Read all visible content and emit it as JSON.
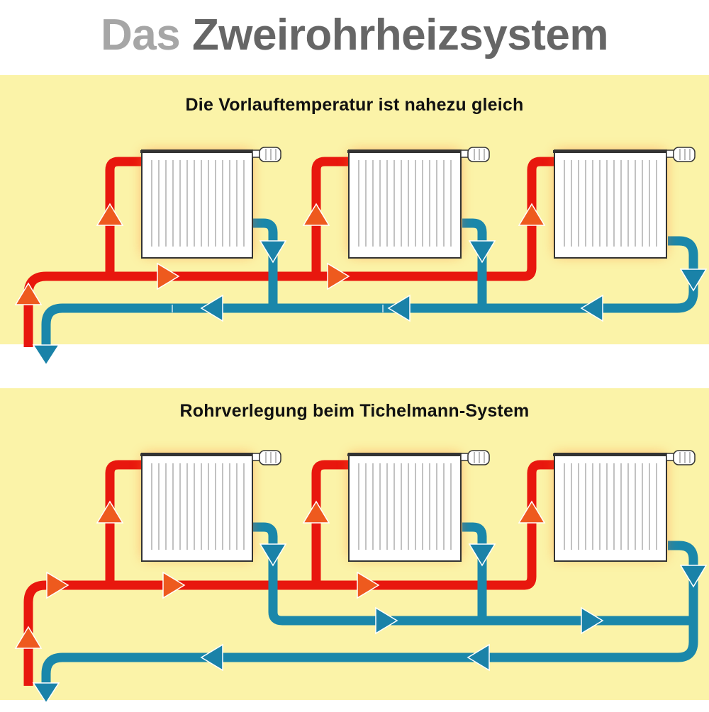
{
  "header": {
    "title_light": "Das",
    "title_dark": "Zweirohrheizsystem"
  },
  "sections": [
    {
      "title": "Die Vorlauftemperatur ist nahezu gleich"
    },
    {
      "title": "Rohrverlegung beim Tichelmann-System"
    }
  ],
  "colors": {
    "supply": "#e8170e",
    "supply_arrow": "#ee5a1e",
    "return": "#1a87aa",
    "return_arrow": "#1a82a8",
    "panel": "#fbf3a8",
    "radiator": "#ffffff",
    "glow": "#ff6a1a"
  },
  "icons": [
    "radiator-icon",
    "thermostat-valve-icon",
    "flow-arrow-icon"
  ]
}
